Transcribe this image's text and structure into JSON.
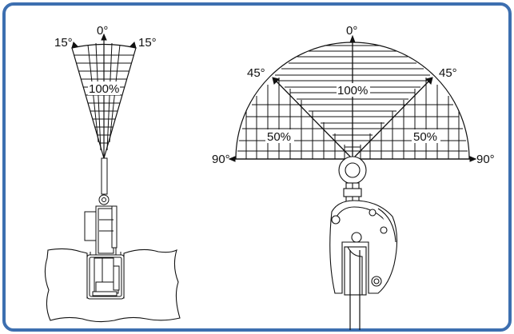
{
  "left_view": {
    "angle_top": "0°",
    "angle_left": "15°",
    "angle_right": "15°",
    "capacity_label": "100%"
  },
  "right_view": {
    "angle_top": "0°",
    "angle_left_45": "45°",
    "angle_right_45": "45°",
    "angle_left_90": "90°",
    "angle_right_90": "90°",
    "capacity_center": "100%",
    "capacity_left": "50%",
    "capacity_right": "50%"
  },
  "colors": {
    "frame_border": "#3d6fb0",
    "line": "#111111",
    "background": "#ffffff"
  }
}
